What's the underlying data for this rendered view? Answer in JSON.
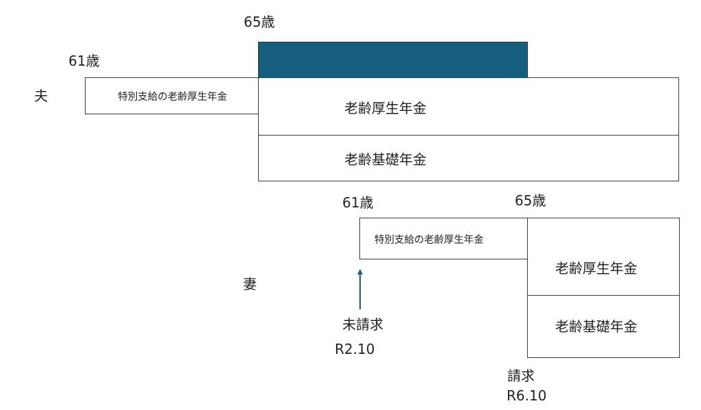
{
  "colors": {
    "bar_fill": "#155E80",
    "arrow": "#1f5b78",
    "border": "#3a3a3a"
  },
  "husband": {
    "label": "夫",
    "age_start": "61歳",
    "age_65": "65歳",
    "special_pension": "特別支給の老齢厚生年金",
    "old_age_employees_pension": "老齢厚生年金",
    "old_age_basic_pension": "老齢基礎年金"
  },
  "wife": {
    "label": "妻",
    "age_start": "61歳",
    "age_65": "65歳",
    "special_pension": "特別支給の老齢厚生年金",
    "old_age_employees_pension": "老齢厚生年金",
    "old_age_basic_pension": "老齢基礎年金",
    "unclaimed_label": "未請求",
    "unclaimed_date": "R2.10",
    "claimed_label": "請求",
    "claimed_date": "R6.10",
    "arrow_icon": "arrow-up-icon"
  }
}
